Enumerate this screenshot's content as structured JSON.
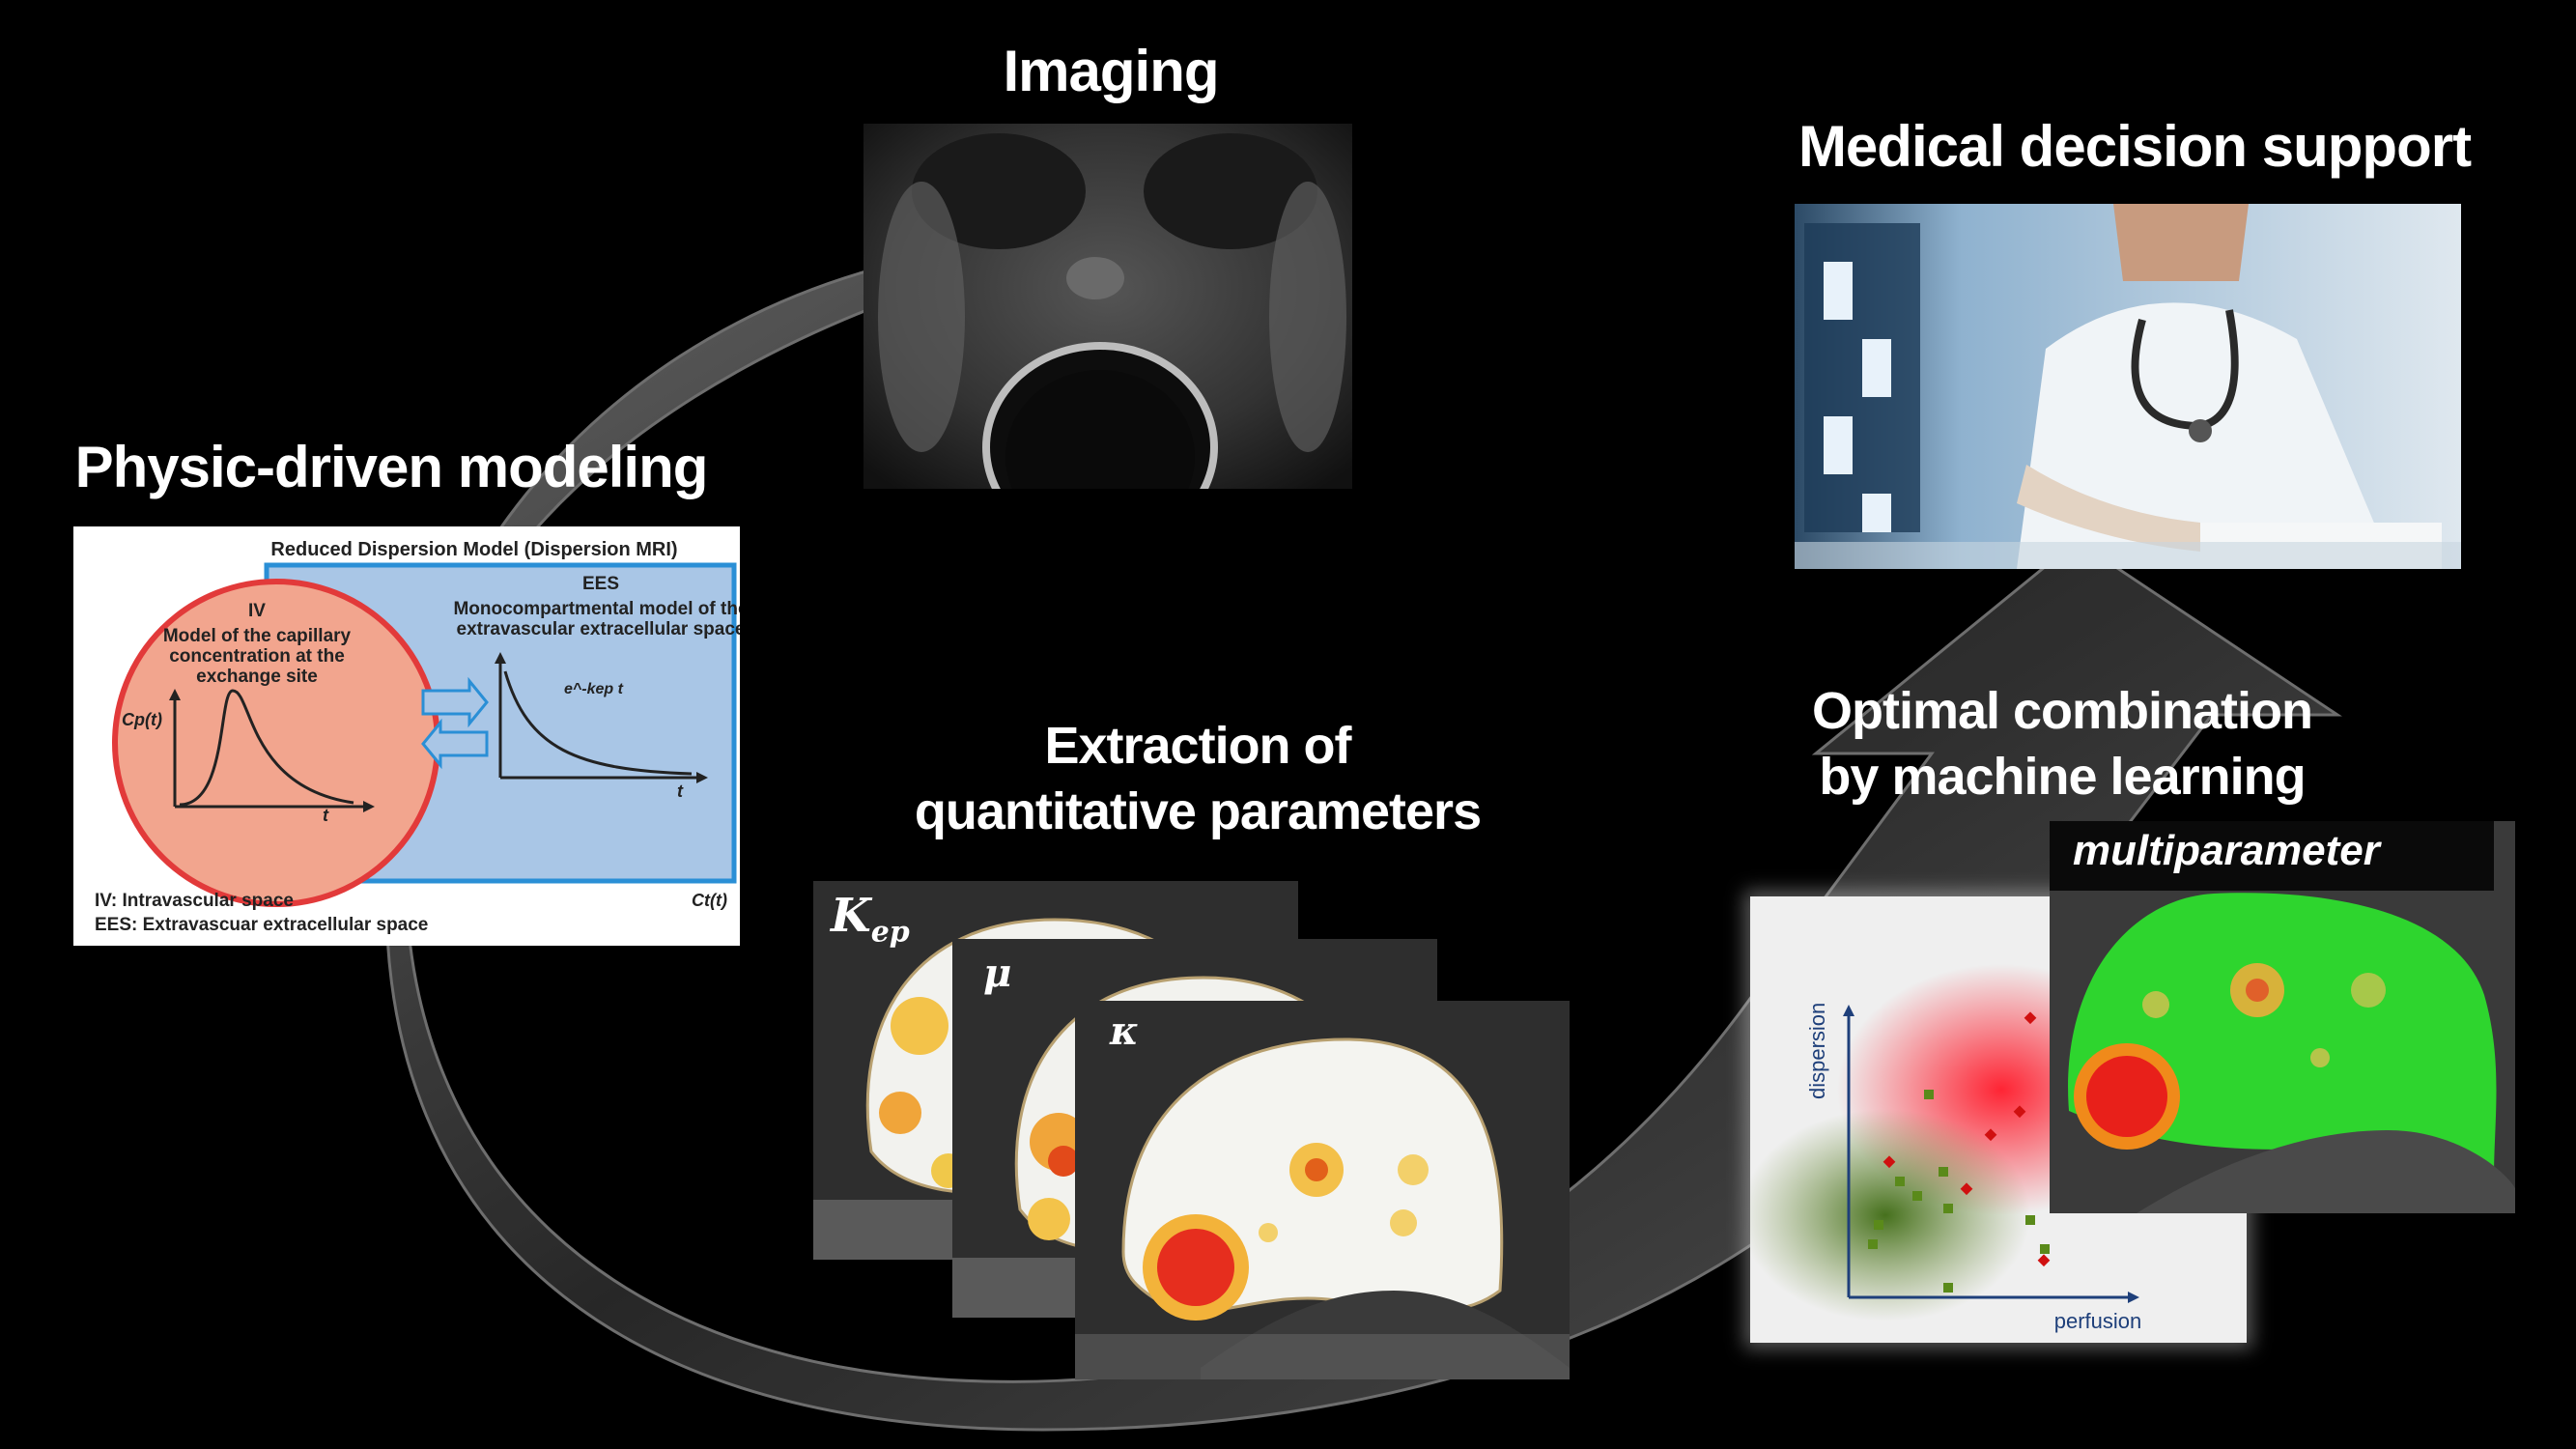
{
  "titles": {
    "imaging": "Imaging",
    "decision": "Medical decision support",
    "modeling": "Physic-driven modeling",
    "extraction_line1": "Extraction of",
    "extraction_line2": "quantitative parameters",
    "optimal_line1": "Optimal combination",
    "optimal_line2": "by machine learning"
  },
  "model_diagram": {
    "header": "Reduced Dispersion Model (Dispersion MRI)",
    "iv_title": "IV",
    "iv_desc": [
      "Model of the capillary",
      "concentration at the",
      "exchange site"
    ],
    "iv_curve_label": "Cp(t)",
    "ees_title": "EES",
    "ees_desc": [
      "Monocompartmental model of the",
      "extravascular extracellular space"
    ],
    "ees_curve_label": "e^-kep t",
    "axis_t": "t",
    "ct_label": "Ct(t)",
    "legend": [
      "IV: Intravascular space",
      "EES: Extravascuar extracellular space"
    ],
    "colors": {
      "iv_fill": "#f2a58e",
      "iv_border": "#e23a3a",
      "ees_fill": "#a9c6e6",
      "ees_border": "#2a8fd6"
    }
  },
  "parameter_maps": [
    {
      "label": "K",
      "sub": "ep"
    },
    {
      "label": "μ",
      "sub": ""
    },
    {
      "label": "κ",
      "sub": ""
    }
  ],
  "scatter": {
    "xlabel": "perfusion",
    "ylabel": "dispersion"
  },
  "multiparameter_label": "multiparameter",
  "colors": {
    "background": "#000000",
    "arrow": "#3a3a3a"
  }
}
